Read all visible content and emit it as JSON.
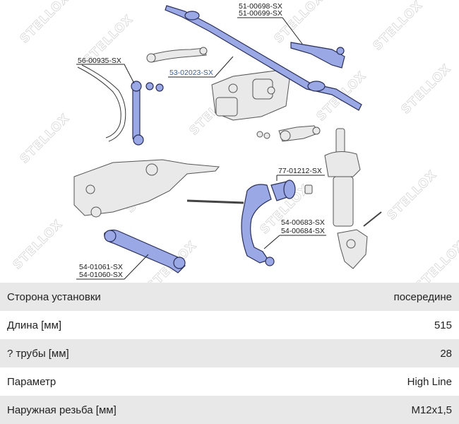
{
  "diagram": {
    "watermark": "STELLOX",
    "part_labels": {
      "tie_rod_end_a": "51-00698-SX",
      "tie_rod_end_b": "51-00699-SX",
      "stabilizer_link": "56-00935-SX",
      "tie_rod_assembly": "53-02023-SX",
      "bushing": "77-01212-SX",
      "upper_arm_a": "54-00683-SX",
      "upper_arm_b": "54-00684-SX",
      "lower_arm_a": "54-01061-SX",
      "lower_arm_b": "54-01060-SX"
    },
    "colors": {
      "highlight": "#9aa9e6",
      "outline": "#2a2f5a",
      "watermark": "#d6d6d6"
    }
  },
  "specs": [
    {
      "key": "Сторона установки",
      "value": "посередине"
    },
    {
      "key": "Длина [мм]",
      "value": "515"
    },
    {
      "key": "? трубы [мм]",
      "value": "28"
    },
    {
      "key": "Параметр",
      "value": "High Line"
    },
    {
      "key": "Наружная резьба [мм]",
      "value": "M12x1,5"
    }
  ]
}
